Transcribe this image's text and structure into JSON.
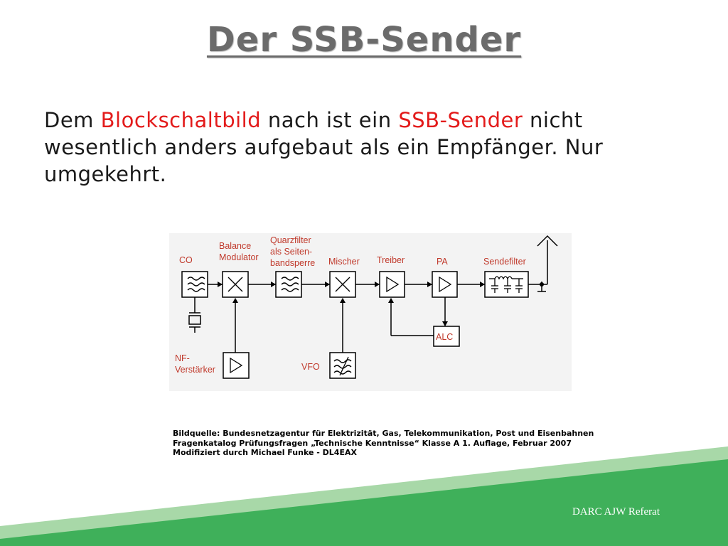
{
  "slide": {
    "title": "Der SSB-Sender",
    "body": {
      "part1": "Dem ",
      "hl1": "Blockschaltbild",
      "part2": " nach ist ein ",
      "hl2": "SSB-Sender",
      "part3": " nicht wesentlich anders aufgebaut als ein Empfänger. Nur umgekehrt."
    },
    "footer": "DARC  AJW  Referat"
  },
  "diagram": {
    "blocks": {
      "co": "CO",
      "balance_line1": "Balance",
      "balance_line2": "Modulator",
      "quarz_line1": "Quarzfilter",
      "quarz_line2": "als Seiten-",
      "quarz_line3": "bandsperre",
      "mischer": "Mischer",
      "treiber": "Treiber",
      "pa": "PA",
      "sendefilter": "Sendefilter",
      "alc": "ALC",
      "nf_line1": "NF-",
      "nf_line2": "Verstärker",
      "vfo": "VFO"
    }
  },
  "source": {
    "line1": "Bildquelle: Bundesnetzagentur für Elektrizität, Gas, Telekommunikation, Post und Eisenbahnen",
    "line2": "Fragenkatalog Prüfungsfragen „Technische Kenntnisse“ Klasse A 1. Auflage, Februar 2007",
    "line3": "Modifiziert durch Michael Funke - DL4EAX"
  },
  "colors": {
    "accent_red": "#e31b1b",
    "footer_green": "#3fb05a",
    "footer_green_light": "#a8d8a8"
  }
}
